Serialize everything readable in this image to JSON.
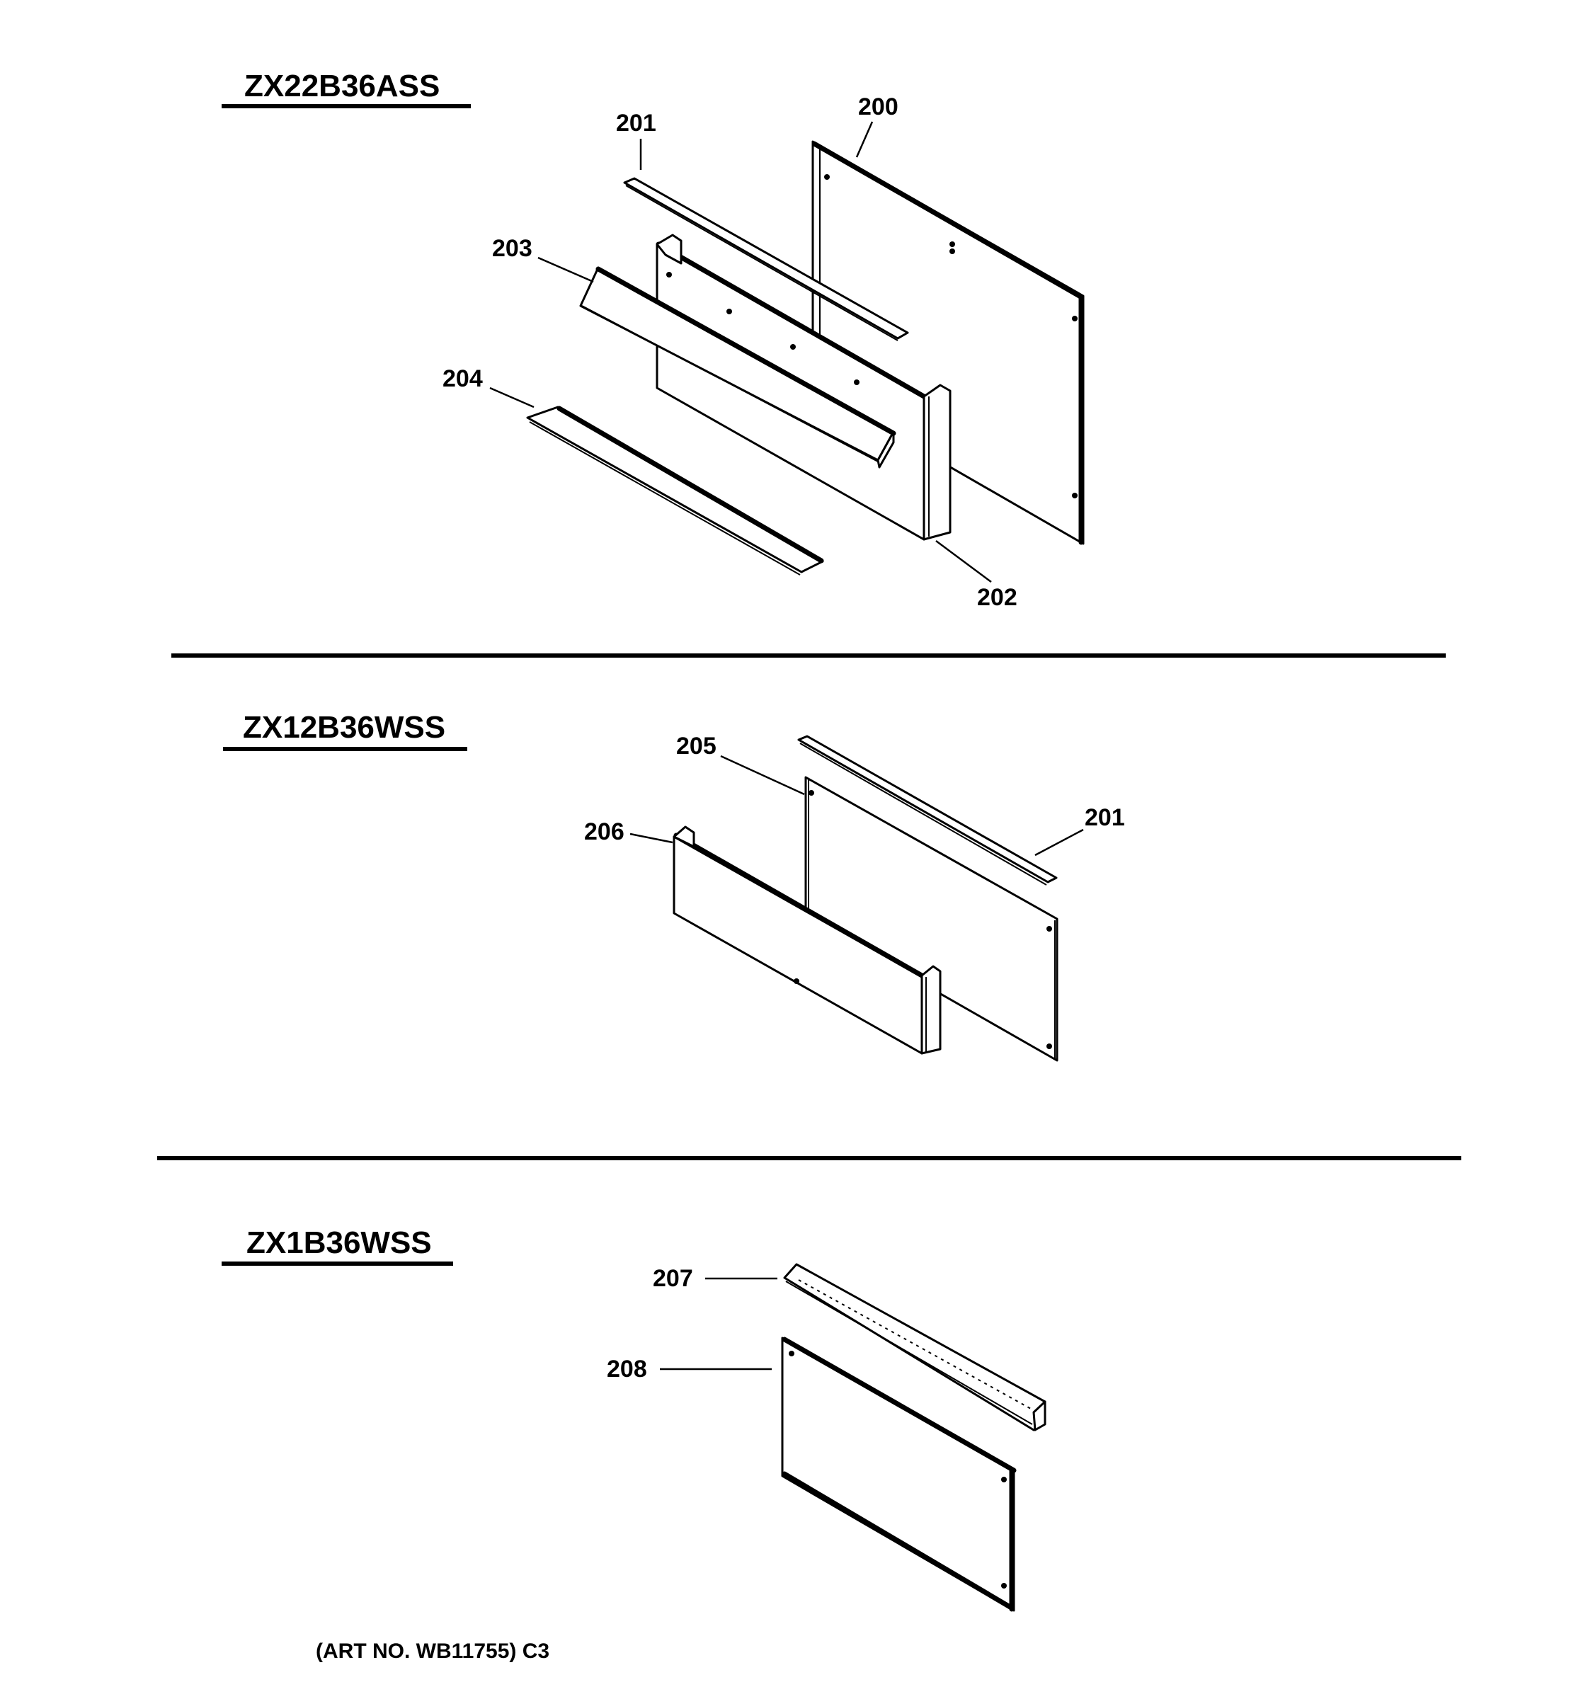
{
  "sections": [
    {
      "model": "ZX22B36ASS",
      "callouts": [
        "200",
        "201",
        "203",
        "204",
        "202"
      ]
    },
    {
      "model": "ZX12B36WSS",
      "callouts": [
        "205",
        "206",
        "201"
      ]
    },
    {
      "model": "ZX1B36WSS",
      "callouts": [
        "207",
        "208"
      ]
    }
  ],
  "art_number": "(ART NO. WB11755) C3"
}
